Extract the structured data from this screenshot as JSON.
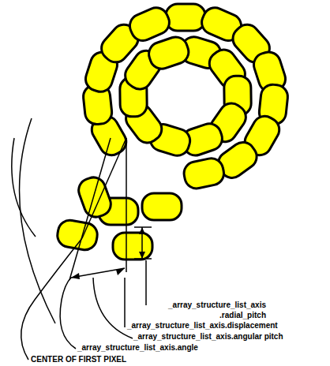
{
  "diagram": {
    "labels": [
      "_array_structure_list_axis .radial_pitch",
      "_array_structure_list_axis.displacement",
      "_array_structure_list_axis.angular pitch",
      "_array_structure_list_axis.angle",
      "CENTER OF FIRST PIXEL"
    ]
  }
}
